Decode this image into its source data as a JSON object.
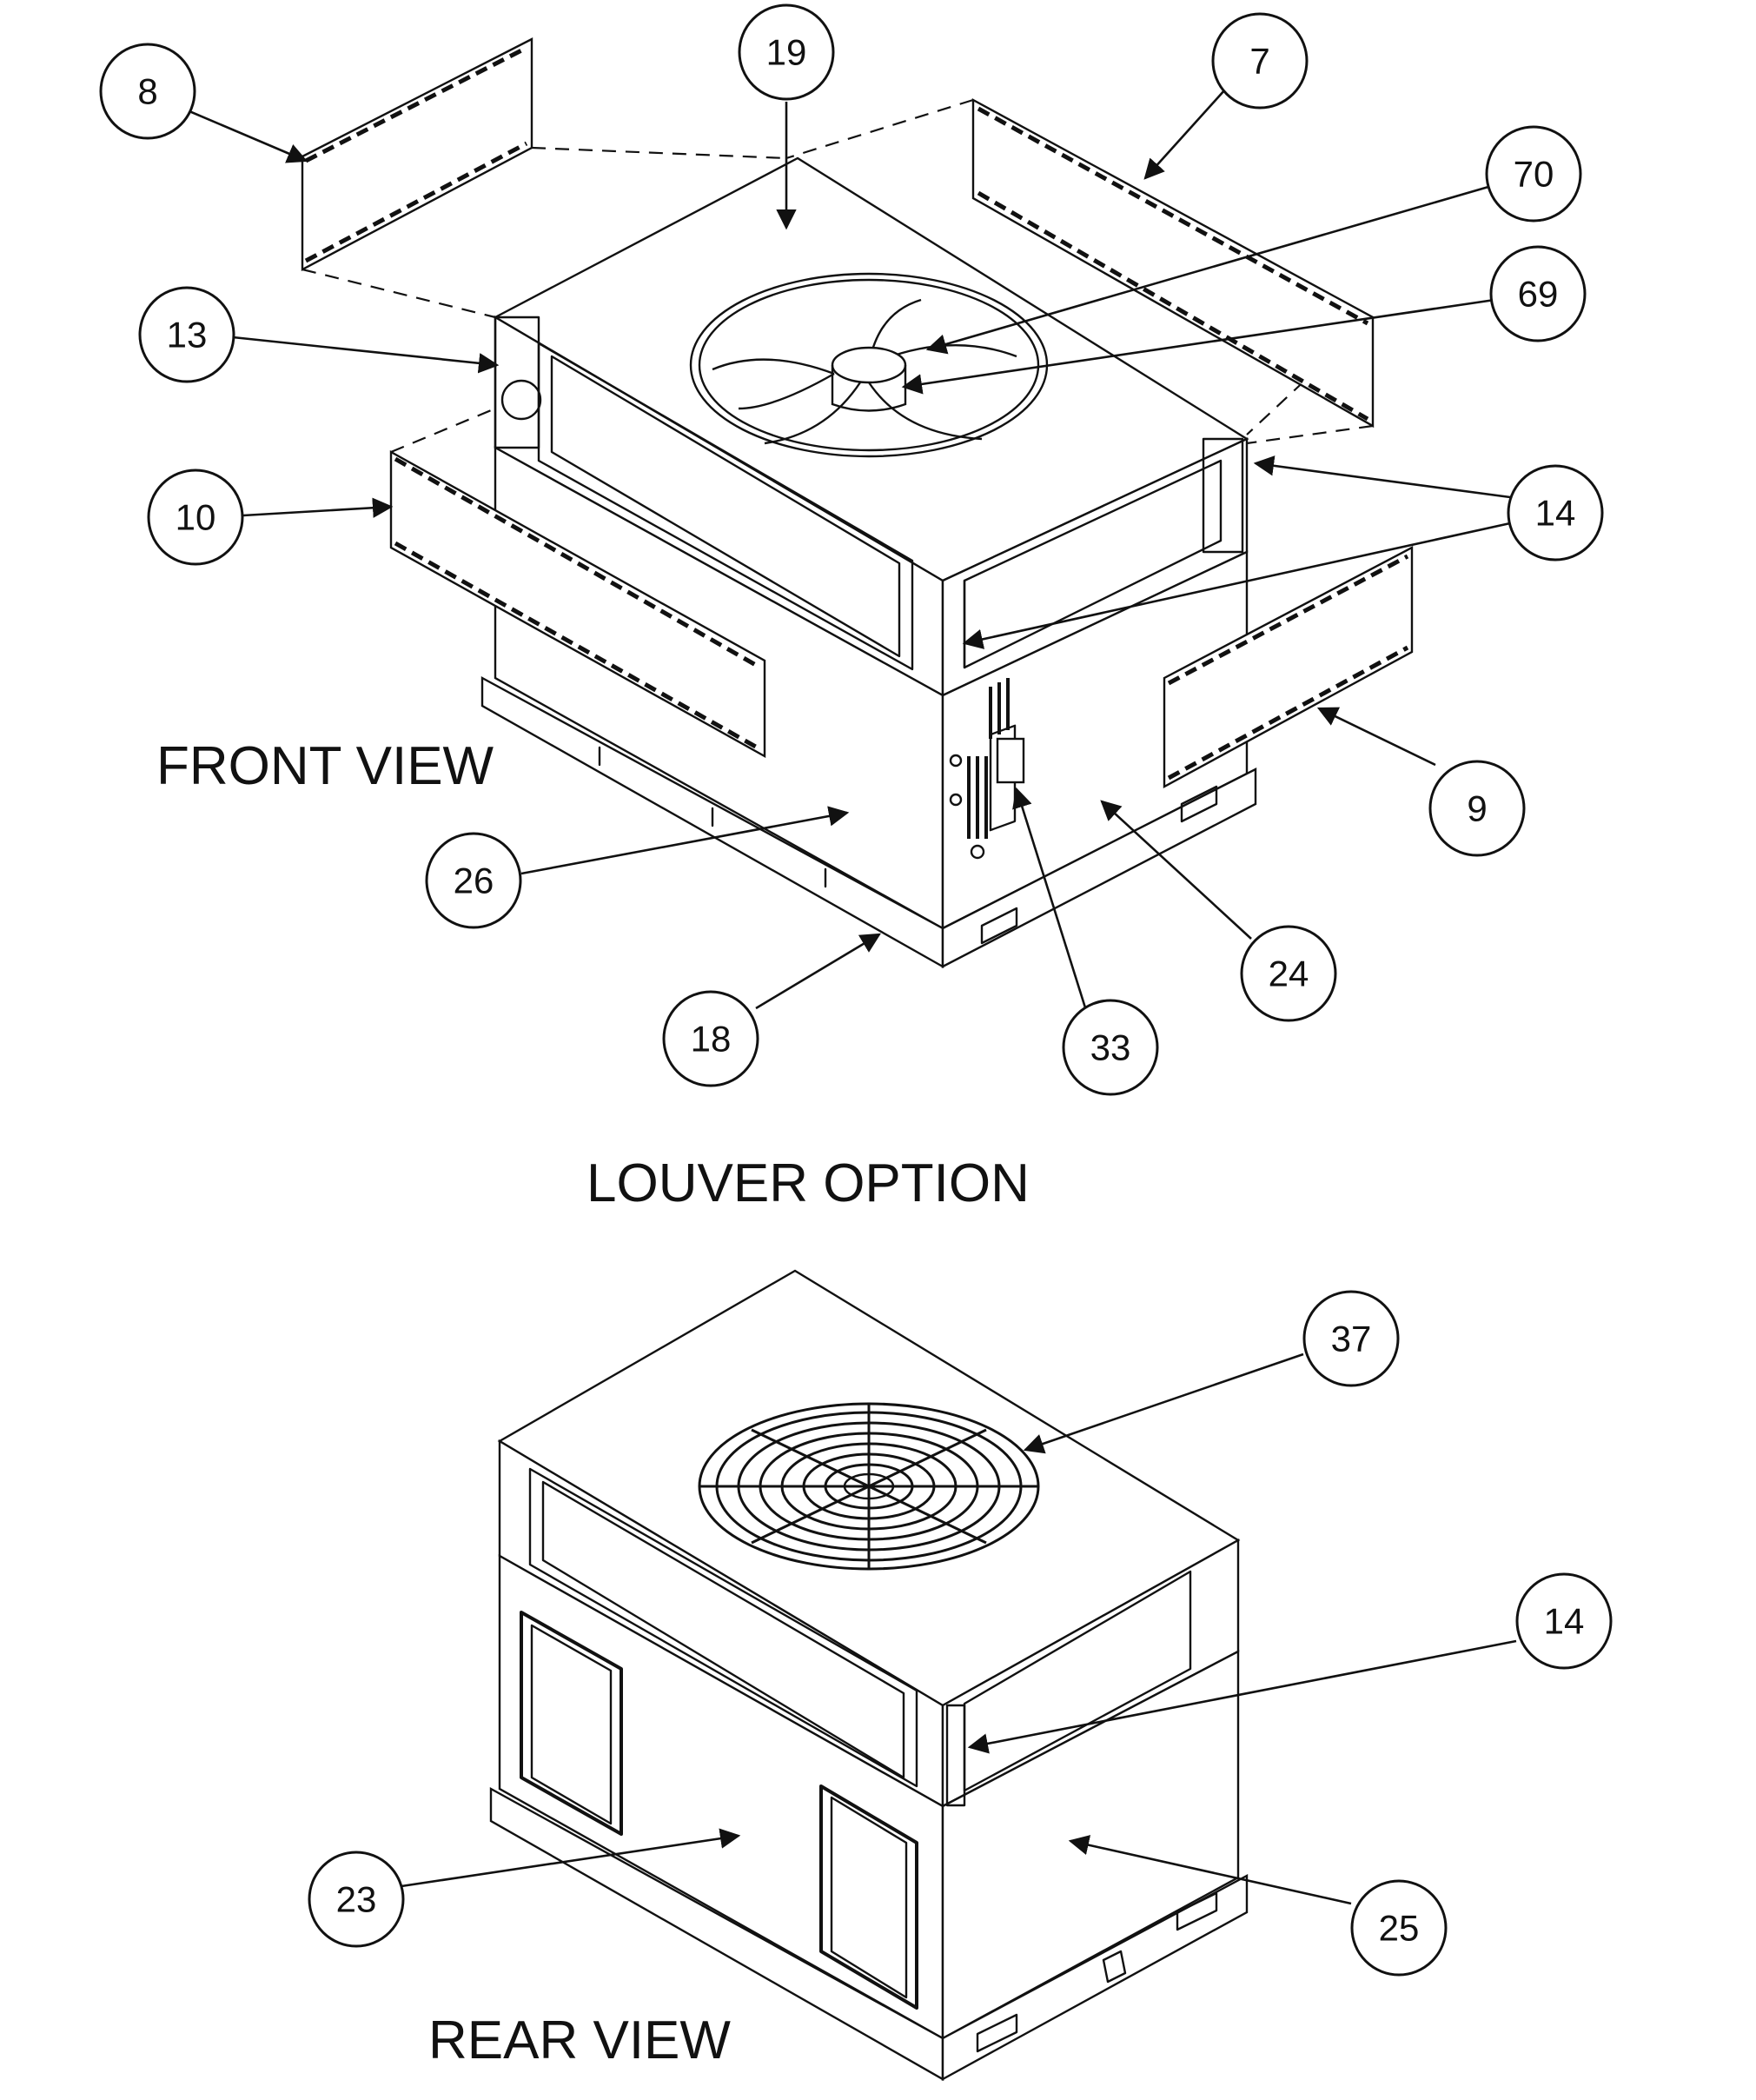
{
  "labels": {
    "front_view": "FRONT VIEW",
    "louver_option": "LOUVER OPTION",
    "rear_view": "REAR VIEW"
  },
  "callouts": {
    "c8": "8",
    "c19": "19",
    "c7": "7",
    "c70": "70",
    "c69": "69",
    "c13": "13",
    "c10": "10",
    "c14a": "14",
    "c9": "9",
    "c26": "26",
    "c24": "24",
    "c18": "18",
    "c33": "33",
    "c37": "37",
    "c14b": "14",
    "c23": "23",
    "c25": "25"
  },
  "colors": {
    "ink": "#111111",
    "background": "#ffffff"
  }
}
